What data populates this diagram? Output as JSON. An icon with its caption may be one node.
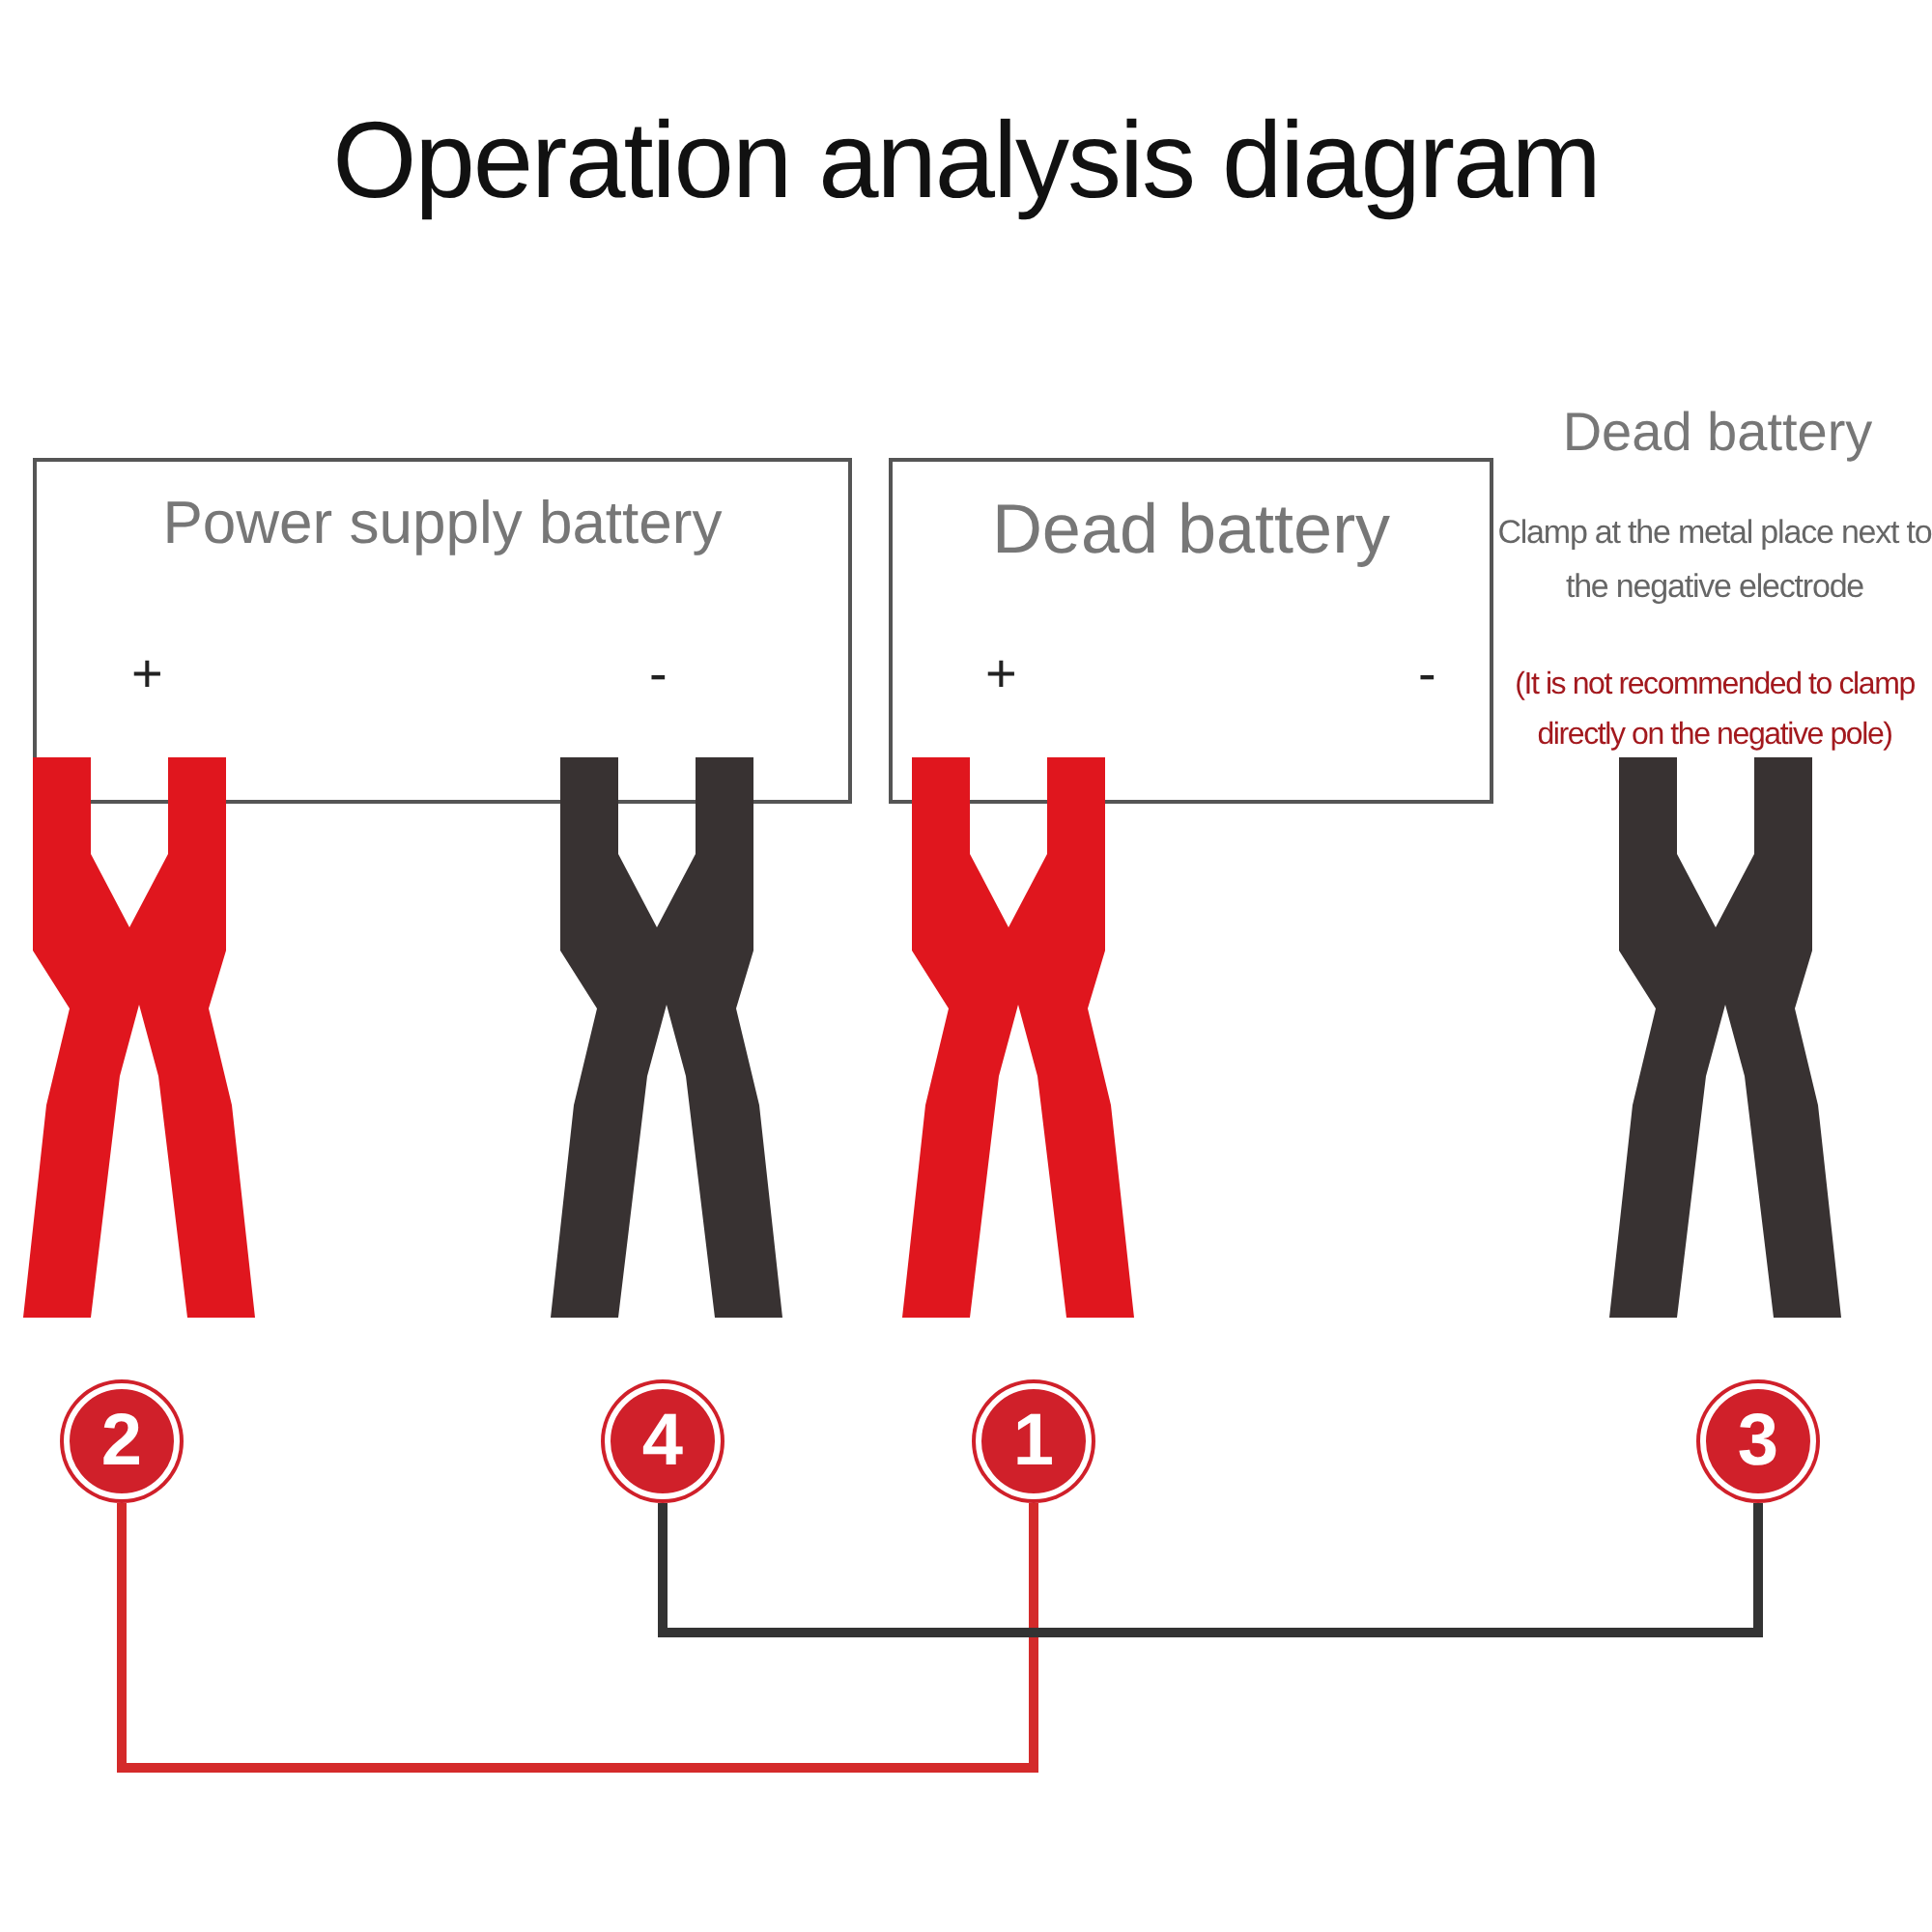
{
  "diagram": {
    "title": "Operation analysis diagram",
    "nodes": [
      {
        "text": [
          "Power supply battery"
        ]
      },
      {
        "text": [
          "Dead battery"
        ]
      },
      {
        "text": [
          "2"
        ]
      },
      {
        "text": [
          "4"
        ]
      },
      {
        "text": [
          "1"
        ]
      },
      {
        "text": [
          "3"
        ]
      }
    ],
    "edges": [
      {
        "from": 2,
        "to": 4,
        "arrow": "none",
        "color": "#d42a2a"
      },
      {
        "from": 3,
        "to": 5,
        "arrow": "none",
        "color": "#333333"
      }
    ],
    "labels": [
      "+",
      "-",
      "+",
      "-",
      "Dead battery",
      "Clamp at the metal place next to the negative electrode",
      "(It is not recommended to clamp directly on the negative pole)"
    ]
  }
}
